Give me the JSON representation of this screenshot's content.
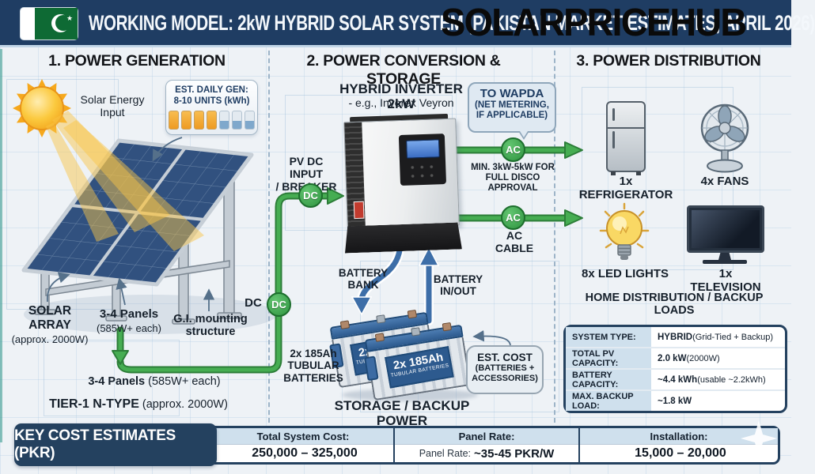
{
  "header": {
    "title": "WORKING MODEL: 2kW HYBRID SOLAR SYSTEM (PAKISTAN MARKET ESTIMATES, APRIL 2026)",
    "watermark": "SOLARPRICEHUB",
    "flag": "pakistan-flag"
  },
  "sections": {
    "generation_title": "1. POWER GENERATION",
    "conversion_title": "2. POWER CONVERSION & STORAGE",
    "distribution_title": "3. POWER DISTRIBUTION"
  },
  "generation": {
    "sun_label_1": "Solar Energy",
    "sun_label_2": "Input",
    "daily_gen_1": "EST. DAILY GEN:",
    "daily_gen_2": "8-10 UNITS (kWh)",
    "daily_gen_bars_filled": 4,
    "daily_gen_bars_total": 7,
    "solar_array_bold": "SOLAR ARRAY",
    "solar_array_sub": "(approx. 2000W)",
    "panels_bold": "3-4 Panels",
    "panels_sub": "(585W+ each)",
    "mounting_1": "G.I. mounting",
    "mounting_2": "structure",
    "panels_note_bold": "3-4 Panels",
    "panels_note_rest": " (585W+ each)",
    "tier_bold": "TIER-1 N-TYPE",
    "tier_rest": " (approx. 2000W)",
    "dc_text": "DC"
  },
  "conversion": {
    "inverter_title": "HYBRID INVERTER 2kW",
    "inverter_sub": "- e.g., Inverex Veyron",
    "pv_input_1": "PV DC INPUT",
    "pv_input_2": "/ BREAKER",
    "dc_badge": "DC",
    "battery_bank": "BATTERY BANK",
    "battery_inout_1": "BATTERY",
    "battery_inout_2": "IN/OUT",
    "batteries_label_1": "2x 185Ah",
    "batteries_label_2": "TUBULAR",
    "batteries_label_3": "BATTERIES",
    "battery_sticker_1": "2x 185Ah",
    "battery_sticker_2": "TUBULAR BATTERIES",
    "est_cost_1": "EST. COST",
    "est_cost_2": "(BATTERIES +",
    "est_cost_3": "ACCESSORIES)",
    "storage_caption": "STORAGE / BACKUP POWER"
  },
  "wapda": {
    "title": "TO WAPDA",
    "line2": "(NET METERING,",
    "line3": "IF APPLICABLE)",
    "ac_badge": "AC",
    "note_1": "MIN. 3kW-5kW FOR",
    "note_2": "FULL DISCO APPROVAL",
    "ac_cable": "AC CABLE"
  },
  "distribution": {
    "fridge_label": "1x REFRIGERATOR",
    "fans_label": "4x FANS",
    "lights_label": "8x LED LIGHTS",
    "tv_label": "1x TELEVISION",
    "caption": "HOME DISTRIBUTION / BACKUP LOADS",
    "specs": [
      {
        "label": "SYSTEM TYPE:",
        "bold": "HYBRID",
        "rest": " (Grid-Tied + Backup)"
      },
      {
        "label": "TOTAL PV CAPACITY:",
        "bold": "2.0 kW",
        "rest": " (2000W)"
      },
      {
        "label": "BATTERY CAPACITY:",
        "bold": "~4.4 kWh",
        "rest": " (usable ~2.2kWh)"
      },
      {
        "label": "MAX. BACKUP LOAD:",
        "bold": "~1.8 kW",
        "rest": ""
      }
    ]
  },
  "costs": {
    "title": "KEY COST ESTIMATES (PKR)",
    "columns": [
      {
        "header": "Total System Cost:",
        "prefix": "",
        "value": "250,000 – 325,000"
      },
      {
        "header": "Panel Rate:",
        "prefix": "Panel Rate: ",
        "value": "~35-45 PKR/W"
      },
      {
        "header": "Installation:",
        "prefix": "",
        "value": "15,000 – 20,000"
      }
    ]
  },
  "colors": {
    "navy": "#1f3d63",
    "accent_green": "#3aa648",
    "flow_blue": "#3d6ea8",
    "bar_orange": "#f2a43a",
    "table_blue": "#cfe0ed"
  }
}
